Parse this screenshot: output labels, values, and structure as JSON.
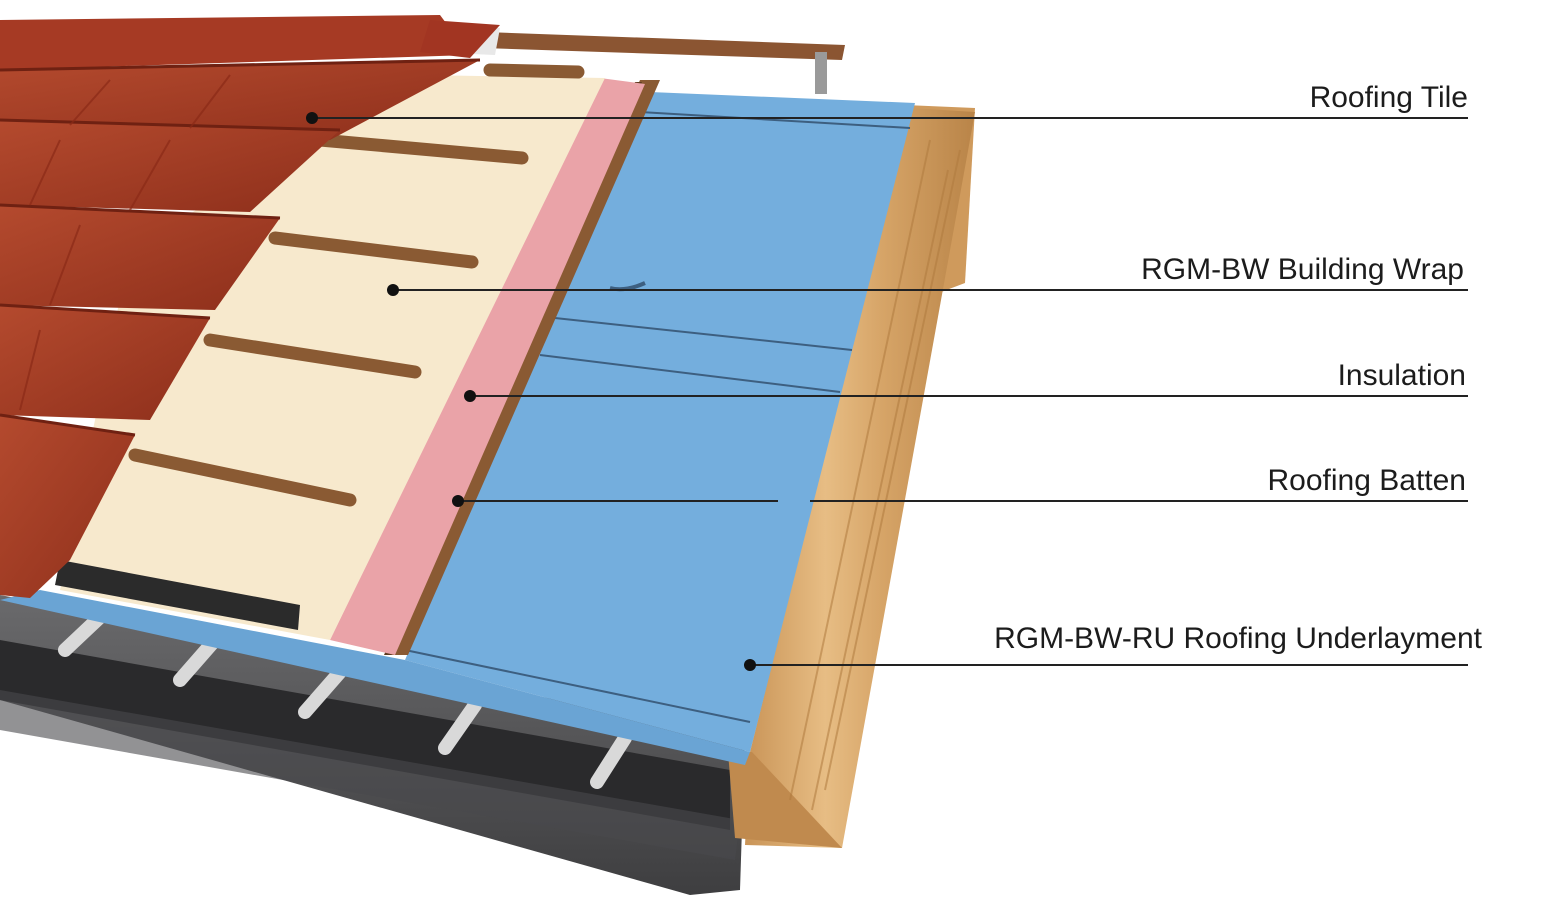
{
  "labels": {
    "roofing_tile": "Roofing Tile",
    "building_wrap": "RGM-BW Building Wrap",
    "insulation": "Insulation",
    "roofing_batten": "Roofing Batten",
    "underlayment": "RGM-BW-RU Roofing Underlayment"
  },
  "colors": {
    "tile": "#a63a24",
    "tile_dark": "#7e2616",
    "building_wrap": "#f7e9cd",
    "insulation": "#eaa3a8",
    "underlayment": "#74aedd",
    "timber": "#d9a96b",
    "batten": "#8a5a33",
    "gutter": "#5d5d5f"
  }
}
